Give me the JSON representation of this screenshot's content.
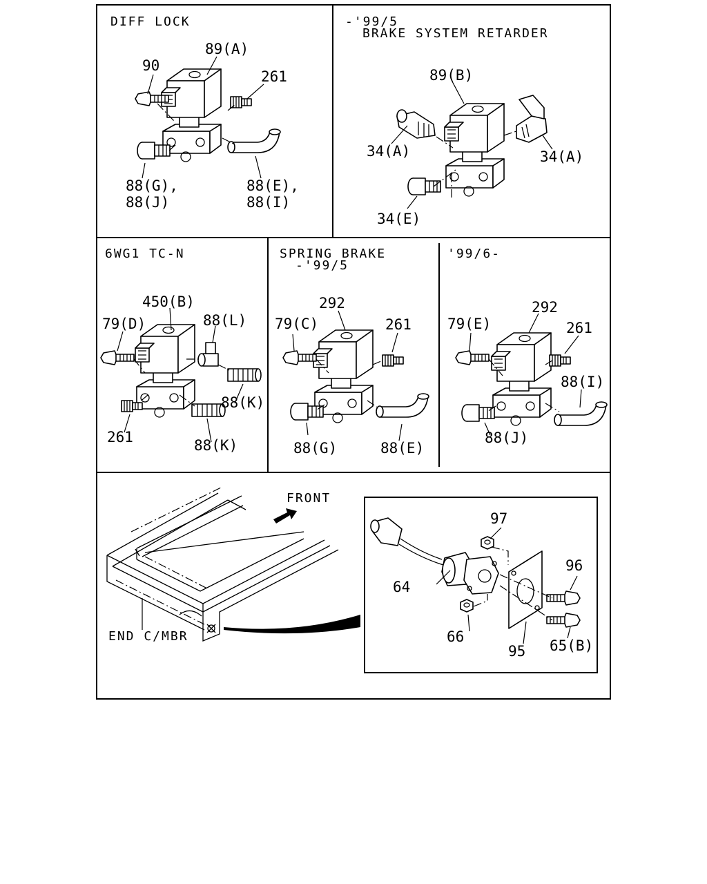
{
  "panels": {
    "diff_lock": {
      "title": "DIFF LOCK",
      "labels": {
        "valve": "89(A)",
        "bolt": "90",
        "plug": "261",
        "fitting_a": "88(G),",
        "fitting_b": "88(J)",
        "elbow_a": "88(E),",
        "elbow_b": "88(I)"
      }
    },
    "retarder": {
      "title_line1": "-'99/5",
      "title_line2": "BRAKE SYSTEM RETARDER",
      "labels": {
        "valve": "89(B)",
        "connector_left": "34(A)",
        "connector_right": "34(A)",
        "fitting": "34(E)"
      }
    },
    "tcn": {
      "title": "6WG1 TC-N",
      "labels": {
        "valve": "450(B)",
        "bolt": "79(D)",
        "tee": "88(L)",
        "nipple_upper": "88(K)",
        "nipple_lower": "88(K)",
        "plug": "261"
      }
    },
    "spring_brake": {
      "title_line1": "SPRING BRAKE",
      "title_line2": "-'99/5",
      "labels": {
        "valve": "292",
        "bolt": "79(C)",
        "plug": "261",
        "fitting": "88(G)",
        "elbow": "88(E)"
      }
    },
    "late_99": {
      "title": "'99/6-",
      "labels": {
        "valve": "292",
        "bolt": "79(E)",
        "plug": "261",
        "elbow": "88(I)",
        "fitting": "88(J)"
      }
    },
    "frame_view": {
      "front": "FRONT",
      "member": "END C/MBR"
    },
    "detail": {
      "labels": {
        "nut_top": "97",
        "switch": "64",
        "nut_bottom": "66",
        "bolt_top": "96",
        "plate": "95",
        "bolt_bottom": "65(B)"
      }
    }
  }
}
